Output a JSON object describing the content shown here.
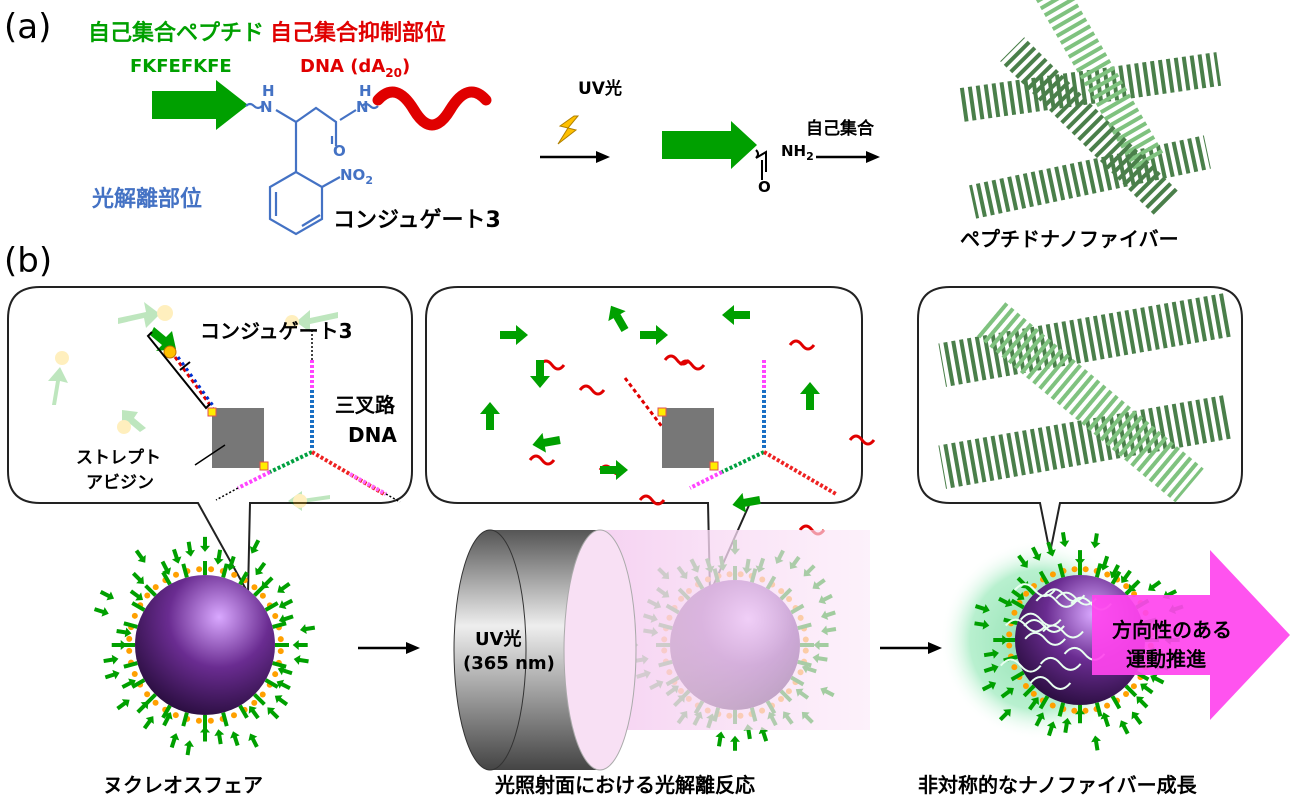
{
  "panel_a": {
    "label": "(a)",
    "peptide_title": "自己集合ペプチド",
    "peptide_seq": "FKFEFKFE",
    "inhibit_title": "自己集合抑制部位",
    "dna_text": "DNA (dA",
    "dna_sub": "20",
    "dna_close": ")",
    "h1": "H",
    "n1": "N",
    "h2": "H",
    "n2": "N",
    "o1": "O",
    "no2": "NO",
    "no2_sub": "2",
    "photo_label": "光解離部位",
    "conjugate": "コンジュゲート3",
    "uv": "UV光",
    "nh2": "NH",
    "nh2_sub": "2",
    "o2": "O",
    "assembly": "自己集合",
    "fiber": "ペプチドナノファイバー"
  },
  "panel_b": {
    "label": "(b)",
    "conjugate": "コンジュゲート3",
    "threeway_1": "三叉路",
    "threeway_2": "DNA",
    "strept_1": "ストレプト",
    "strept_2": "アビジン",
    "uv_1": "UV光",
    "uv_2": "(365 nm)",
    "motion_1": "方向性のある",
    "motion_2": "運動推進",
    "cap1": "ヌクレオスフェア",
    "cap2": "光照射面における光解離反応",
    "cap3": "非対称的なナノファイバー成長"
  },
  "colors": {
    "green": "#00a000",
    "red": "#e00000",
    "blue": "#4472c4",
    "purple": "#6a2c91",
    "magenta": "#ff66ff",
    "fiber": "#4a7f4a"
  }
}
